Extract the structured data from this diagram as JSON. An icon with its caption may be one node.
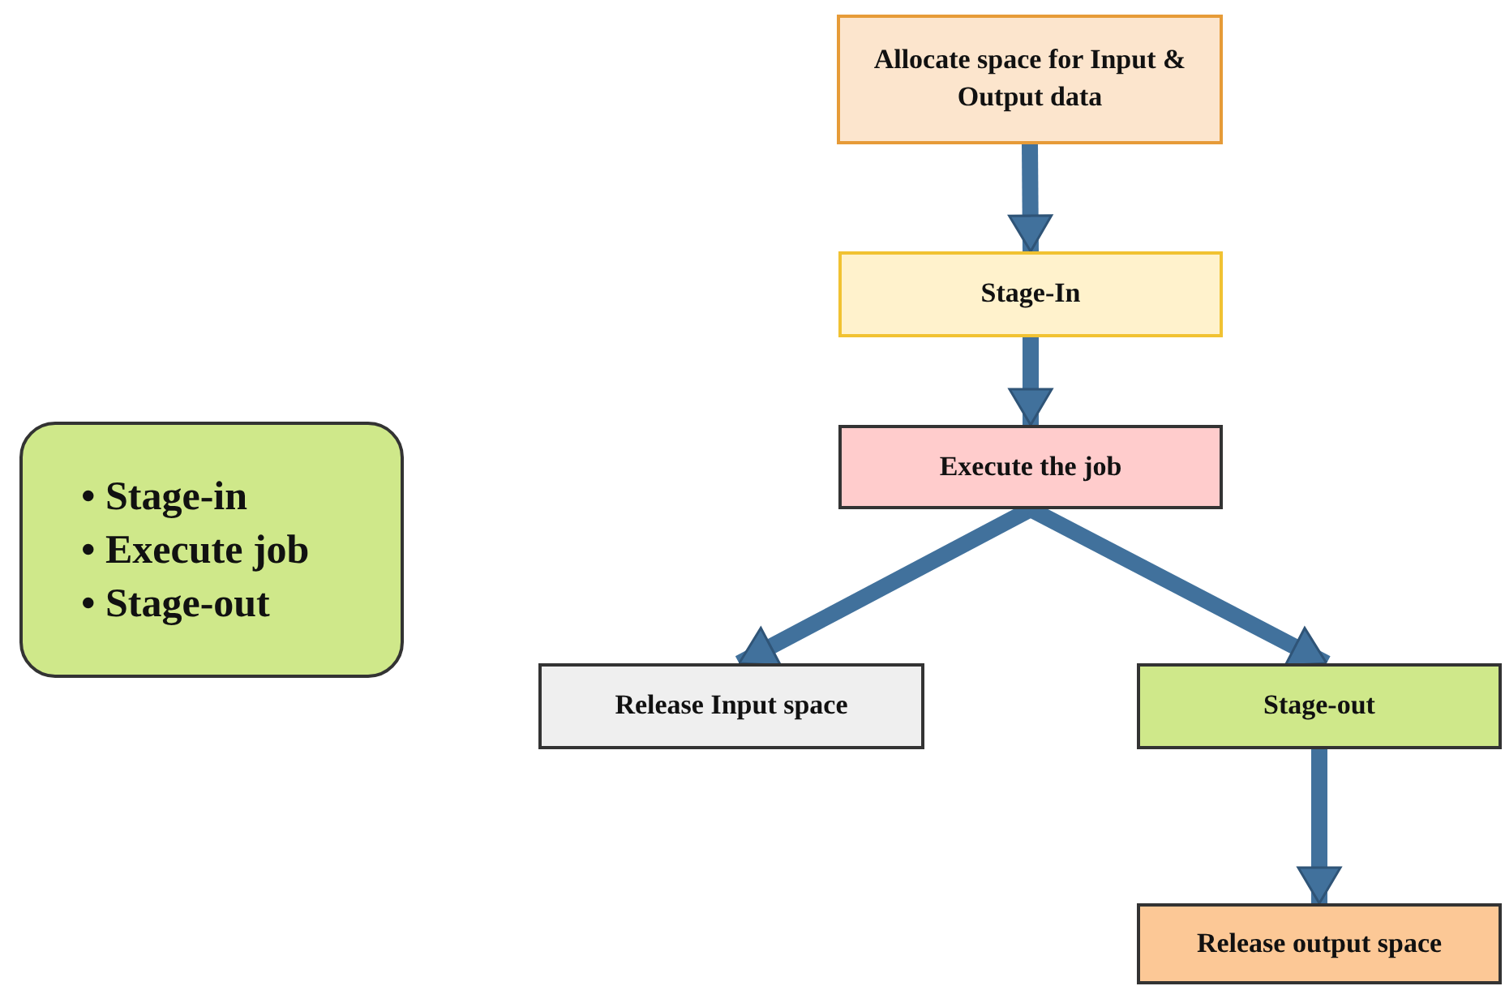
{
  "diagram": {
    "nodes": [
      {
        "text": [
          "Allocate space for Input & Output data"
        ]
      },
      {
        "text": [
          "Stage-In"
        ]
      },
      {
        "text": [
          "Execute the job"
        ]
      },
      {
        "text": [
          "Release Input space"
        ]
      },
      {
        "text": [
          "Stage-out"
        ]
      },
      {
        "text": [
          "Release output space"
        ]
      },
      {
        "text": [
          "• Stage-in",
          "• Execute job",
          "• Stage-out"
        ]
      }
    ],
    "edges": [
      {
        "from": 0,
        "to": 1,
        "arrow": "to"
      },
      {
        "from": 1,
        "to": 2,
        "arrow": "to"
      },
      {
        "from": 2,
        "to": 3,
        "arrow": "to"
      },
      {
        "from": 2,
        "to": 4,
        "arrow": "to"
      },
      {
        "from": 4,
        "to": 5,
        "arrow": "to"
      }
    ]
  }
}
